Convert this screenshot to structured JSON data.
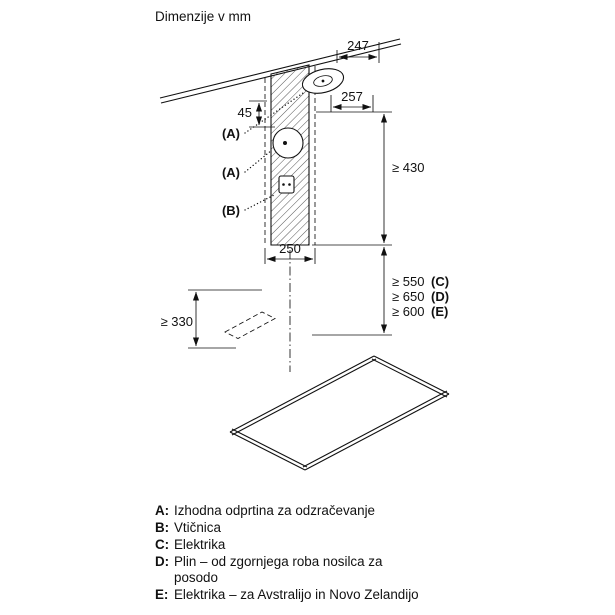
{
  "title": "Dimenzije v mm",
  "dims": {
    "top_width": "247",
    "cover_depth": "257",
    "offset_45": "45",
    "min_430": "≥ 430",
    "duct_width": "250",
    "min_550": "≥ 550",
    "min_650": "≥ 650",
    "min_600": "≥ 600",
    "label_c": "(C)",
    "label_d": "(D)",
    "label_e": "(E)",
    "min_330": "≥ 330",
    "label_a1": "(A)",
    "label_a2": "(A)",
    "label_b": "(B)"
  },
  "legend": {
    "items": [
      {
        "key": "A:",
        "text": "Izhodna odprtina za odzračevanje"
      },
      {
        "key": "B:",
        "text": "Vtičnica"
      },
      {
        "key": "C:",
        "text": "Elektrika"
      },
      {
        "key": "D:",
        "text": "Plin – od zgornjega roba nosilca za posodo"
      },
      {
        "key": "E:",
        "text": "Elektrika – za Avstralijo in Novo Zelandijo"
      }
    ]
  }
}
